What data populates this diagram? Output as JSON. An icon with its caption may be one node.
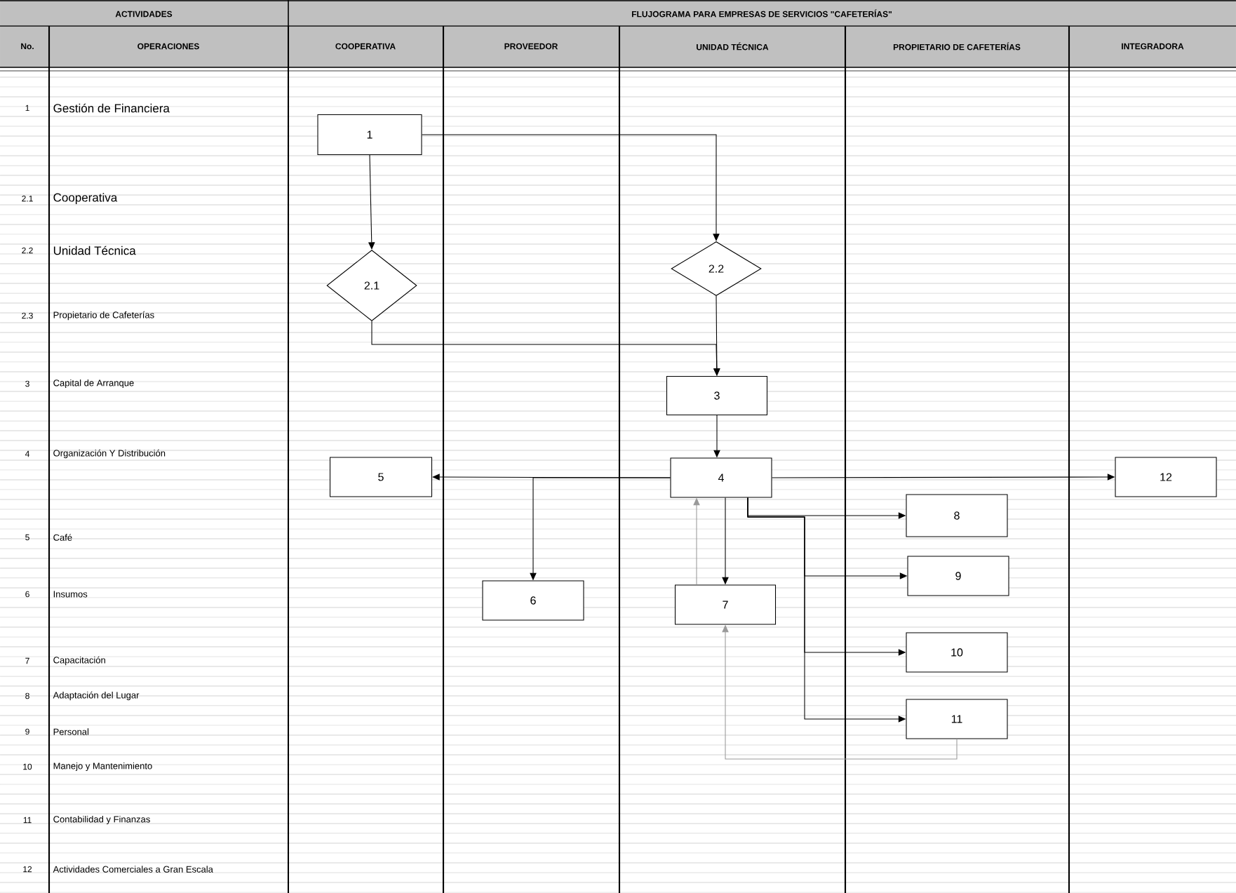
{
  "diagram": {
    "title": "FLUJOGRAMA PARA EMPRESAS DE SERVICIOS \"CAFETERÍAS\"",
    "nodes": [
      {
        "text": [
          "1"
        ]
      },
      {
        "text": [
          "2.1"
        ]
      },
      {
        "text": [
          "2.2"
        ]
      },
      {
        "text": [
          "3"
        ]
      },
      {
        "text": [
          "4"
        ]
      },
      {
        "text": [
          "5"
        ]
      },
      {
        "text": [
          "6"
        ]
      },
      {
        "text": [
          "7"
        ]
      },
      {
        "text": [
          "8"
        ]
      },
      {
        "text": [
          "9"
        ]
      },
      {
        "text": [
          "10"
        ]
      },
      {
        "text": [
          "11"
        ]
      },
      {
        "text": [
          "12"
        ]
      }
    ],
    "edges": [
      {
        "from": 0,
        "to": 1,
        "arrow": "to"
      },
      {
        "from": 0,
        "to": 2,
        "arrow": "to"
      },
      {
        "from": 1,
        "to": 3,
        "arrow": "to"
      },
      {
        "from": 2,
        "to": 3,
        "arrow": "to"
      },
      {
        "from": 3,
        "to": 4,
        "arrow": "to"
      },
      {
        "from": 4,
        "to": 5,
        "arrow": "to"
      },
      {
        "from": 4,
        "to": 6,
        "arrow": "to"
      },
      {
        "from": 4,
        "to": 12,
        "arrow": "to"
      },
      {
        "from": 4,
        "to": 7,
        "arrow": "to"
      },
      {
        "from": 7,
        "to": 4,
        "arrow": "to",
        "color": "#999999"
      },
      {
        "from": 4,
        "to": 8,
        "arrow": "to"
      },
      {
        "from": 4,
        "to": 9,
        "arrow": "to"
      },
      {
        "from": 4,
        "to": 10,
        "arrow": "to"
      },
      {
        "from": 4,
        "to": 11,
        "arrow": "to"
      },
      {
        "from": 11,
        "to": 7,
        "arrow": "to",
        "color": "#999999"
      }
    ],
    "labels": [
      "ACTIVIDADES",
      "No.",
      "OPERACIONES",
      "COOPERATIVA",
      "PROVEEDOR",
      "UNIDAD TÉCNICA",
      "PROPIETARIO DE CAFETERÍAS",
      "INTEGRADORA",
      "1",
      "Gestión de Financiera",
      "2.1",
      "Cooperativa",
      "2.2",
      "Unidad Técnica",
      "2.3",
      "Propietario de Cafeterías",
      "3",
      "Capital de Arranque",
      "4",
      "Organización Y Distribución",
      "5",
      "Café",
      "6",
      "Insumos",
      "7",
      "Capacitación",
      "8",
      "Adaptación del Lugar",
      "9",
      "Personal",
      "10",
      "Manejo y Mantenimiento",
      "11",
      "Contabilidad y Finanzas",
      "12",
      "Actividades Comerciales a Gran Escala"
    ]
  }
}
